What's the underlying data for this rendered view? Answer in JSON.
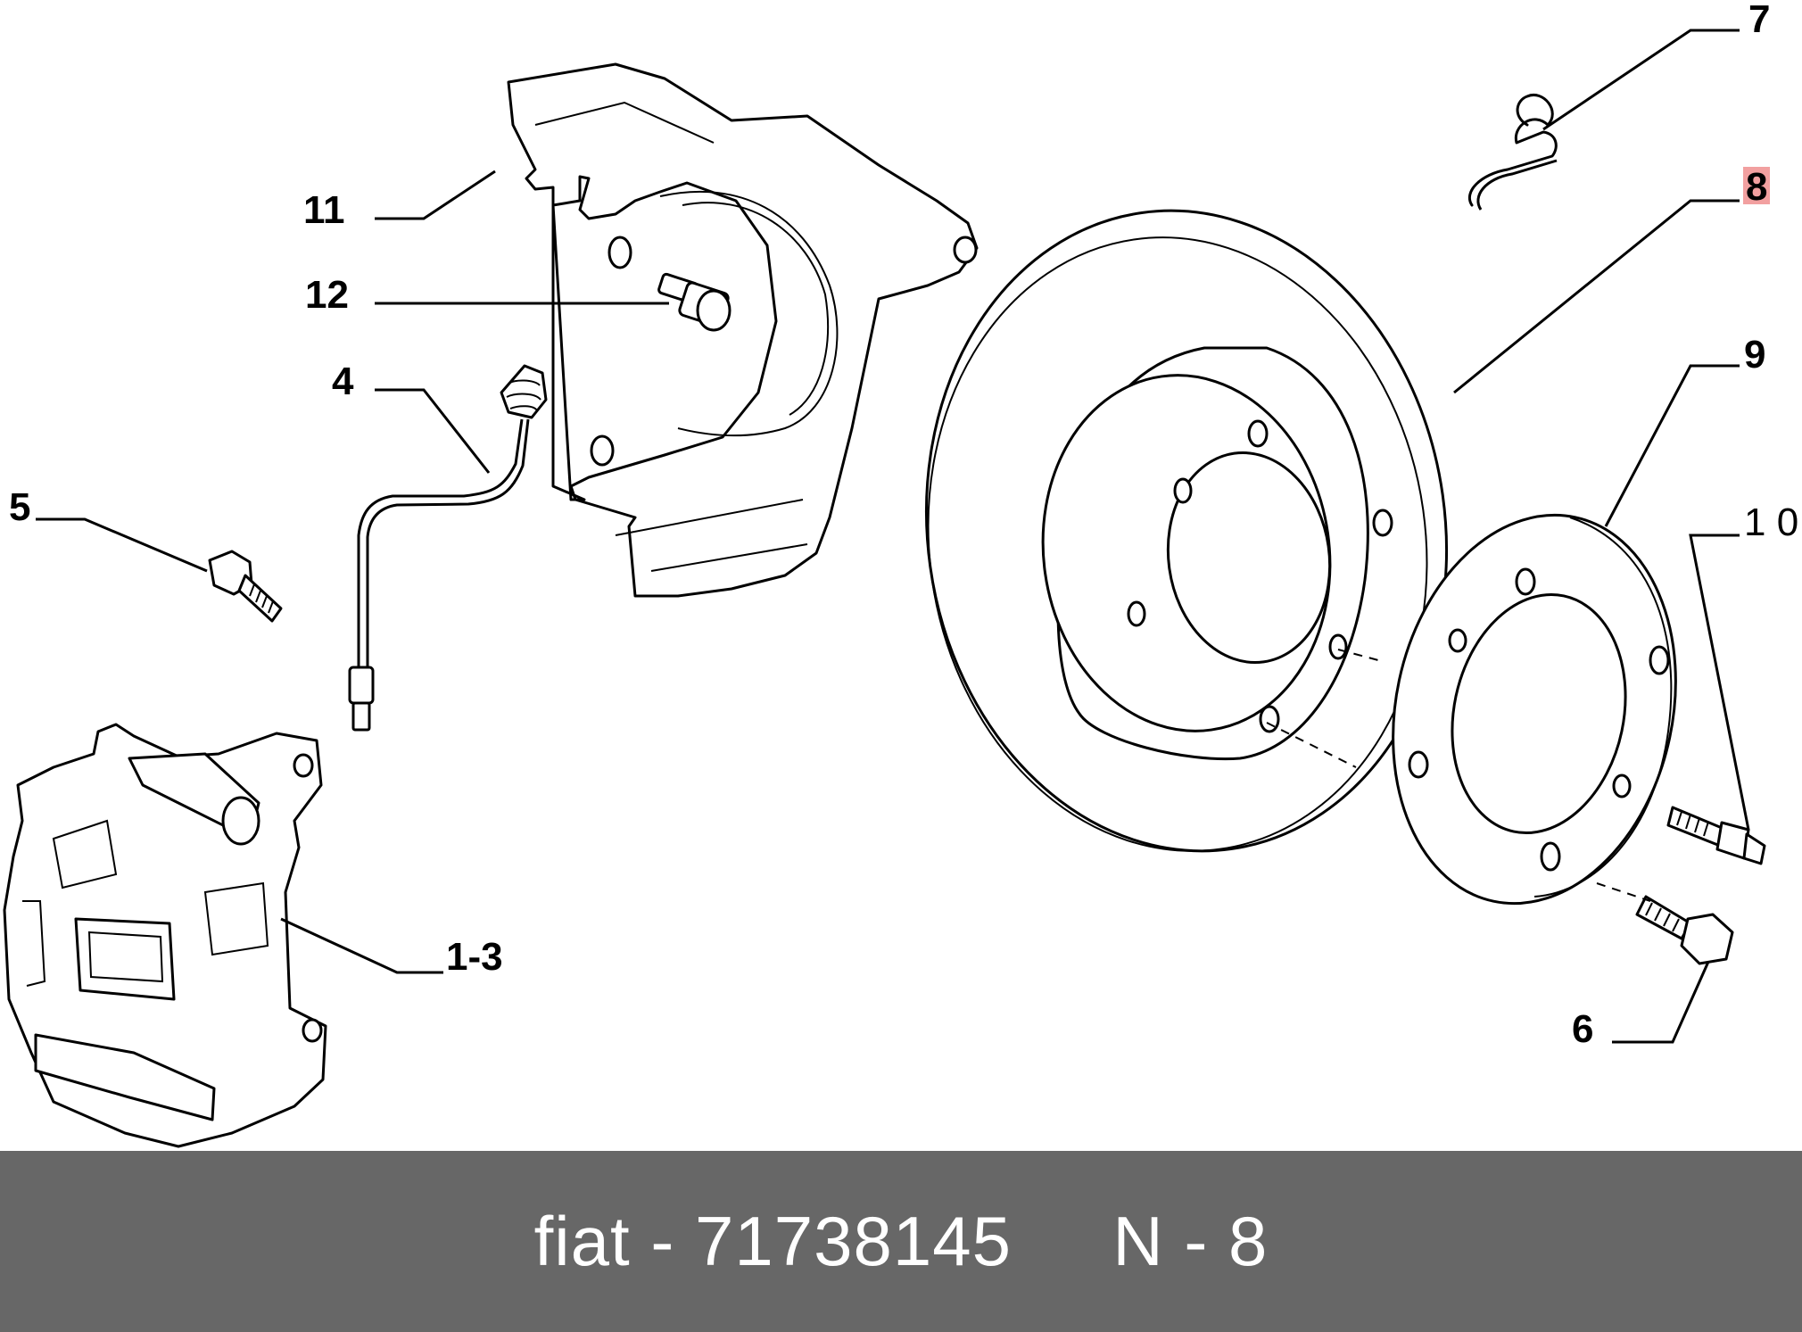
{
  "callouts": {
    "c1_3": "1-3",
    "c4": "4",
    "c5": "5",
    "c6": "6",
    "c7": "7",
    "c8": "8",
    "c9": "9",
    "c10": "1 0",
    "c11": "11",
    "c12": "12"
  },
  "highlight": {
    "callout": "8",
    "color": "#f2a0a0"
  },
  "footer": {
    "brand": "fiat",
    "part_number": "71738145",
    "position_label": "N - 8",
    "text": "fiat - 71738145     N - 8",
    "background": "#676767"
  }
}
